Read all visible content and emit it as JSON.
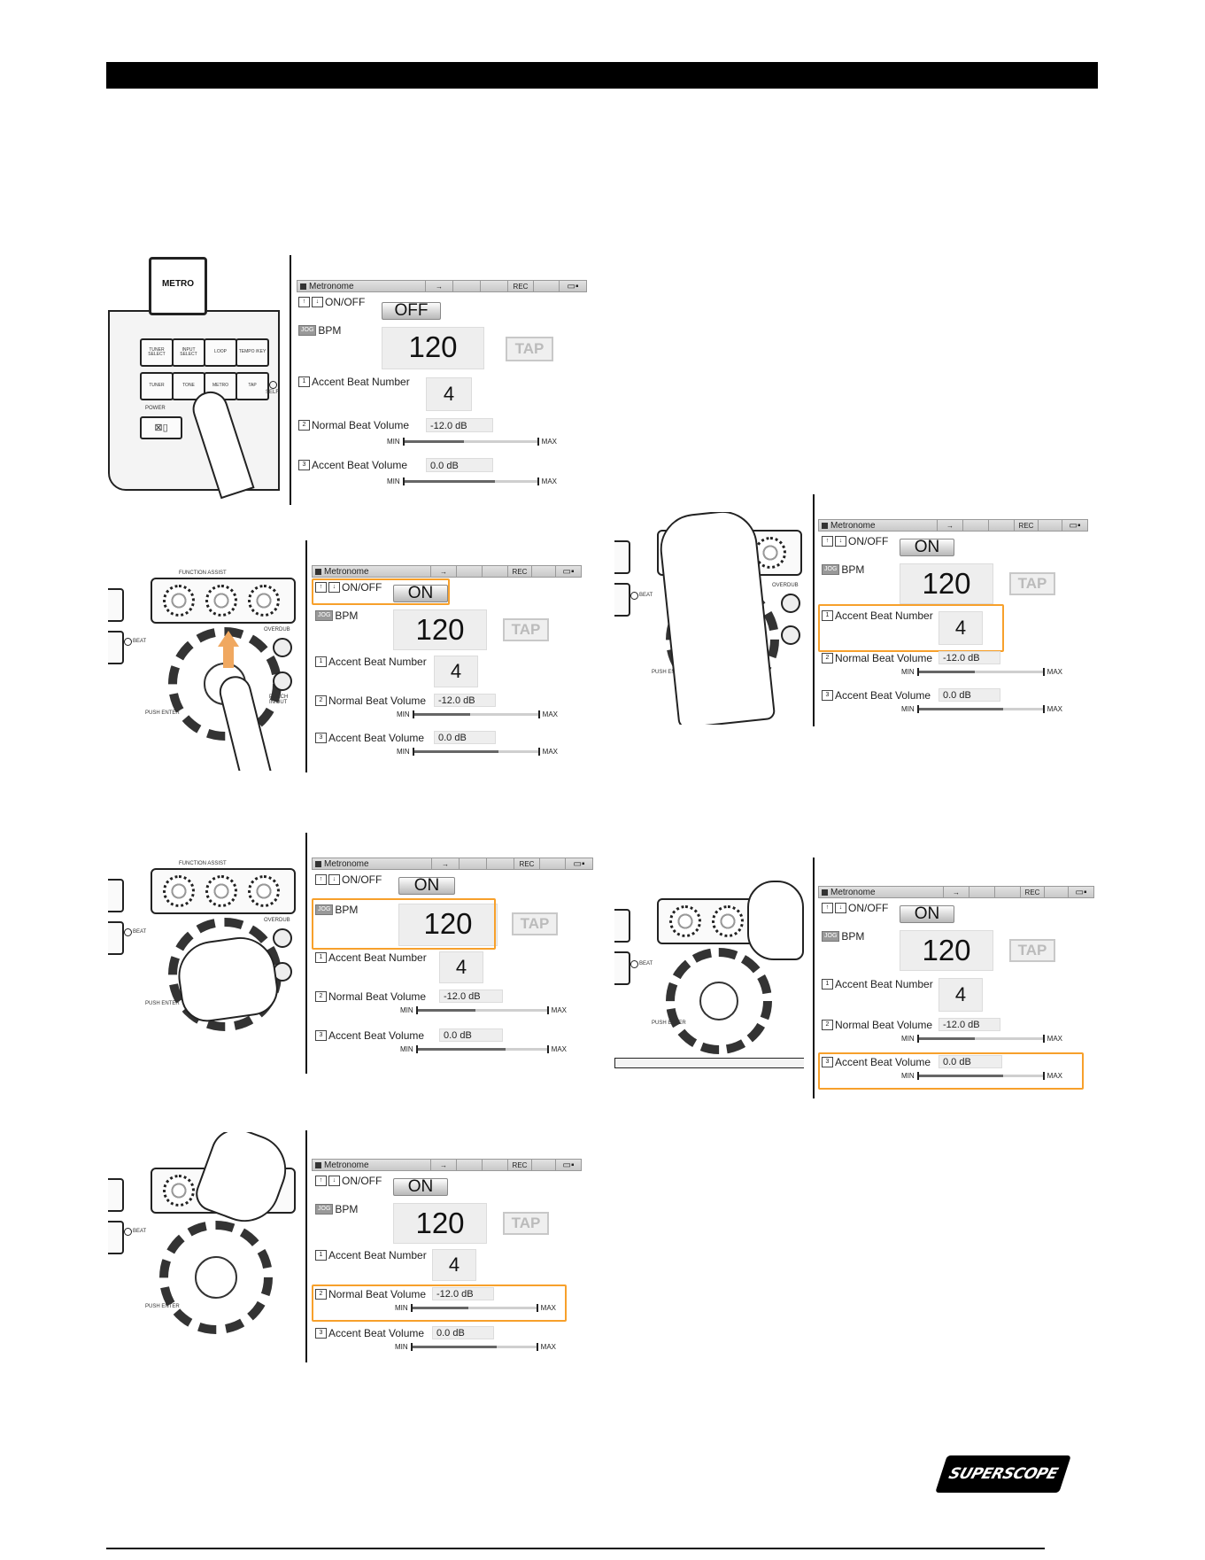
{
  "screen": {
    "title": "Metronome",
    "arrow": "→",
    "rec": "REC",
    "key_up": "↑",
    "key_down": "↓",
    "key_jog": "JOG",
    "onoff_label": "ON/OFF",
    "bpm_label": "BPM",
    "bpm_value": "120",
    "tap_label": "TAP",
    "accent_key": "1",
    "accent_label": "Accent Beat Number",
    "accent_value": "4",
    "normal_key": "2",
    "normal_label": "Normal Beat Volume",
    "normal_value": "-12.0 dB",
    "accent_vol_key": "3",
    "accent_vol_label": "Accent Beat Volume",
    "accent_vol_value": "0.0 dB",
    "min": "MIN",
    "max": "MAX",
    "normal_level": 0.45,
    "accent_level": 0.68
  },
  "states": {
    "off": "OFF",
    "on": "ON"
  },
  "device": {
    "callout": "METRO",
    "buttons_top": [
      "TUNER SELECT",
      "INPUT SELECT",
      "LOOP",
      "TEMPO /KEY"
    ],
    "buttons_bottom": [
      "TUNER",
      "TONE",
      "METRO",
      "TAP"
    ],
    "power": "POWER",
    "self": "SELF",
    "function_assist": "FUNCTION ASSIST",
    "beat": "BEAT",
    "overdub": "OVERDUB",
    "punch": "PUNCH IN/OUT",
    "push_enter": "PUSH ENTER"
  },
  "brand": "SUPERSCOPE"
}
